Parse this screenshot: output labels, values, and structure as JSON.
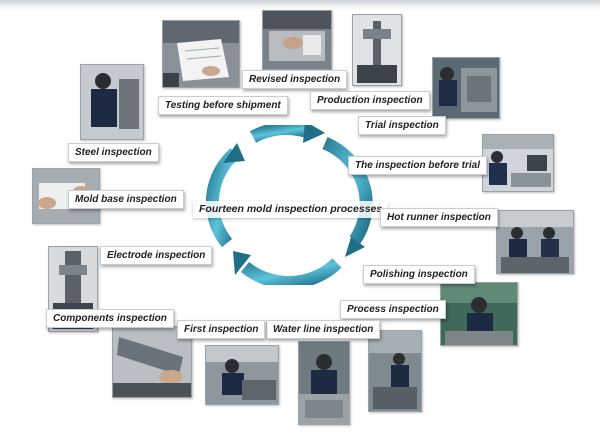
{
  "diagram": {
    "title": "Fourteen mold inspection processes",
    "colors": {
      "arrow_light": "#6fd0e6",
      "arrow_dark": "#1f6f86",
      "label_border": "#c9ced2"
    },
    "steps": [
      {
        "id": "revised",
        "label": "Revised inspection"
      },
      {
        "id": "production",
        "label": "Production inspection"
      },
      {
        "id": "trial",
        "label": "Trial inspection"
      },
      {
        "id": "before-trial",
        "label": "The inspection before trial"
      },
      {
        "id": "hot-runner",
        "label": "Hot runner inspection"
      },
      {
        "id": "polishing",
        "label": "Polishing inspection"
      },
      {
        "id": "process",
        "label": "Process inspection"
      },
      {
        "id": "water-line",
        "label": "Water line inspection"
      },
      {
        "id": "first",
        "label": "First inspection"
      },
      {
        "id": "components",
        "label": "Components inspection"
      },
      {
        "id": "electrode",
        "label": "Electrode inspection"
      },
      {
        "id": "mold-base",
        "label": "Mold base inspection"
      },
      {
        "id": "steel",
        "label": "Steel  inspection"
      },
      {
        "id": "testing",
        "label": "Testing before shipment"
      }
    ]
  }
}
